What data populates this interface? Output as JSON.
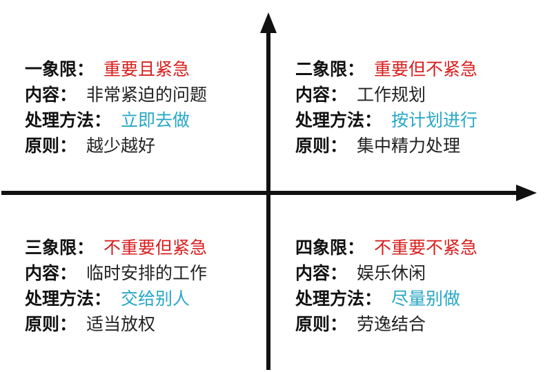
{
  "colors": {
    "axis": "#111111",
    "label": "#111111",
    "text": "#222222",
    "priority": "#d81e1e",
    "method": "#26a7c5"
  },
  "quadrants": [
    {
      "title_label": "一象限：",
      "title_value": "重要且紧急",
      "content_label": "内容：",
      "content_value": "非常紧迫的问题",
      "method_label": "处理方法：",
      "method_value": "立即去做",
      "principle_label": "原则：",
      "principle_value": "越少越好"
    },
    {
      "title_label": "二象限：",
      "title_value": "重要但不紧急",
      "content_label": "内容：",
      "content_value": "工作规划",
      "method_label": "处理方法：",
      "method_value": "按计划进行",
      "principle_label": "原则：",
      "principle_value": "集中精力处理"
    },
    {
      "title_label": "三象限：",
      "title_value": "不重要但紧急",
      "content_label": "内容：",
      "content_value": "临时安排的工作",
      "method_label": "处理方法：",
      "method_value": "交给别人",
      "principle_label": "原则：",
      "principle_value": "适当放权"
    },
    {
      "title_label": "四象限：",
      "title_value": "不重要不紧急",
      "content_label": "内容：",
      "content_value": "娱乐休闲",
      "method_label": "处理方法：",
      "method_value": "尽量别做",
      "principle_label": "原则：",
      "principle_value": "劳逸结合"
    }
  ]
}
